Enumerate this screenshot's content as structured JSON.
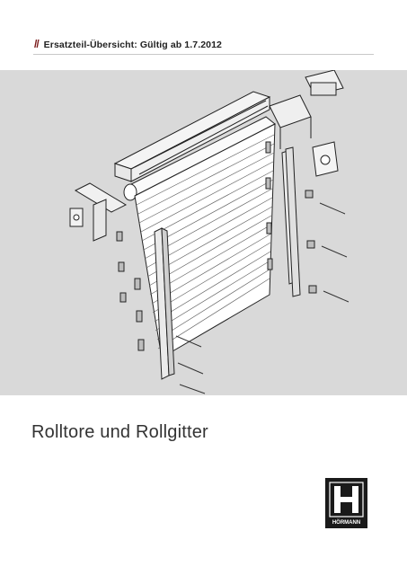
{
  "header": {
    "slash": "//",
    "title": "Ersatzteil-Übersicht: Gültig ab 1.7.2012"
  },
  "illustration": {
    "description_icon": "exploded-door-assembly-icon"
  },
  "product": {
    "title": "Rolltore und Rollgitter"
  },
  "logo": {
    "brand": "HÖRMANN",
    "letter": "H"
  },
  "colors": {
    "illustration_bg": "#d9d9d9",
    "accent": "#7a1a1a",
    "logo_bg": "#1a1a1a"
  }
}
